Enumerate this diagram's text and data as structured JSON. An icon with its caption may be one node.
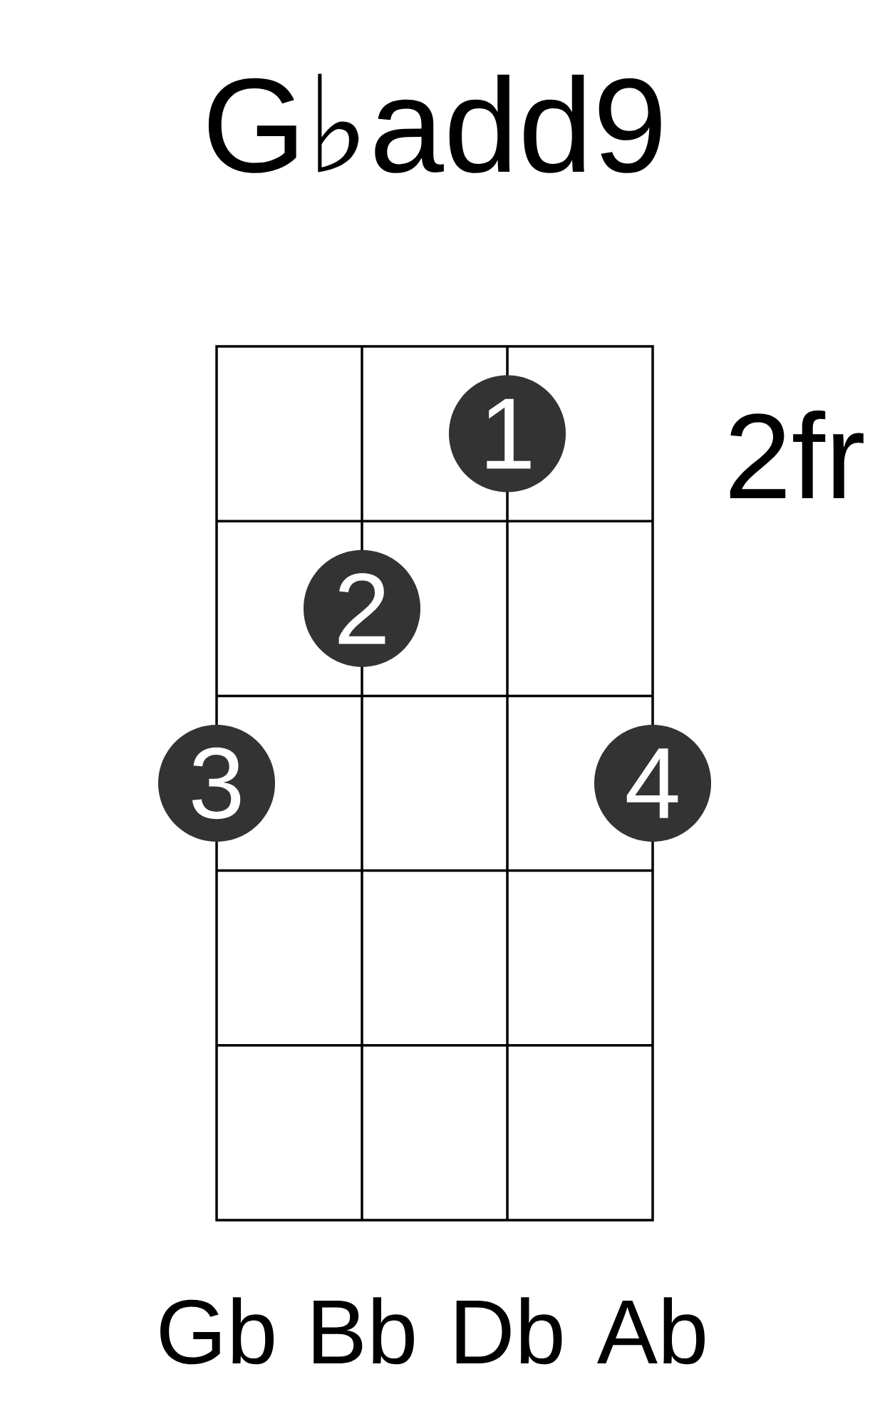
{
  "diagram": {
    "title": "G♭add9",
    "nodes": [
      {
        "text": [
          "1"
        ]
      },
      {
        "text": [
          "2"
        ]
      },
      {
        "text": [
          "3"
        ]
      },
      {
        "text": [
          "4"
        ]
      }
    ],
    "labels": [
      "2fr",
      "Gb",
      "Bb",
      "Db",
      "Ab"
    ]
  }
}
